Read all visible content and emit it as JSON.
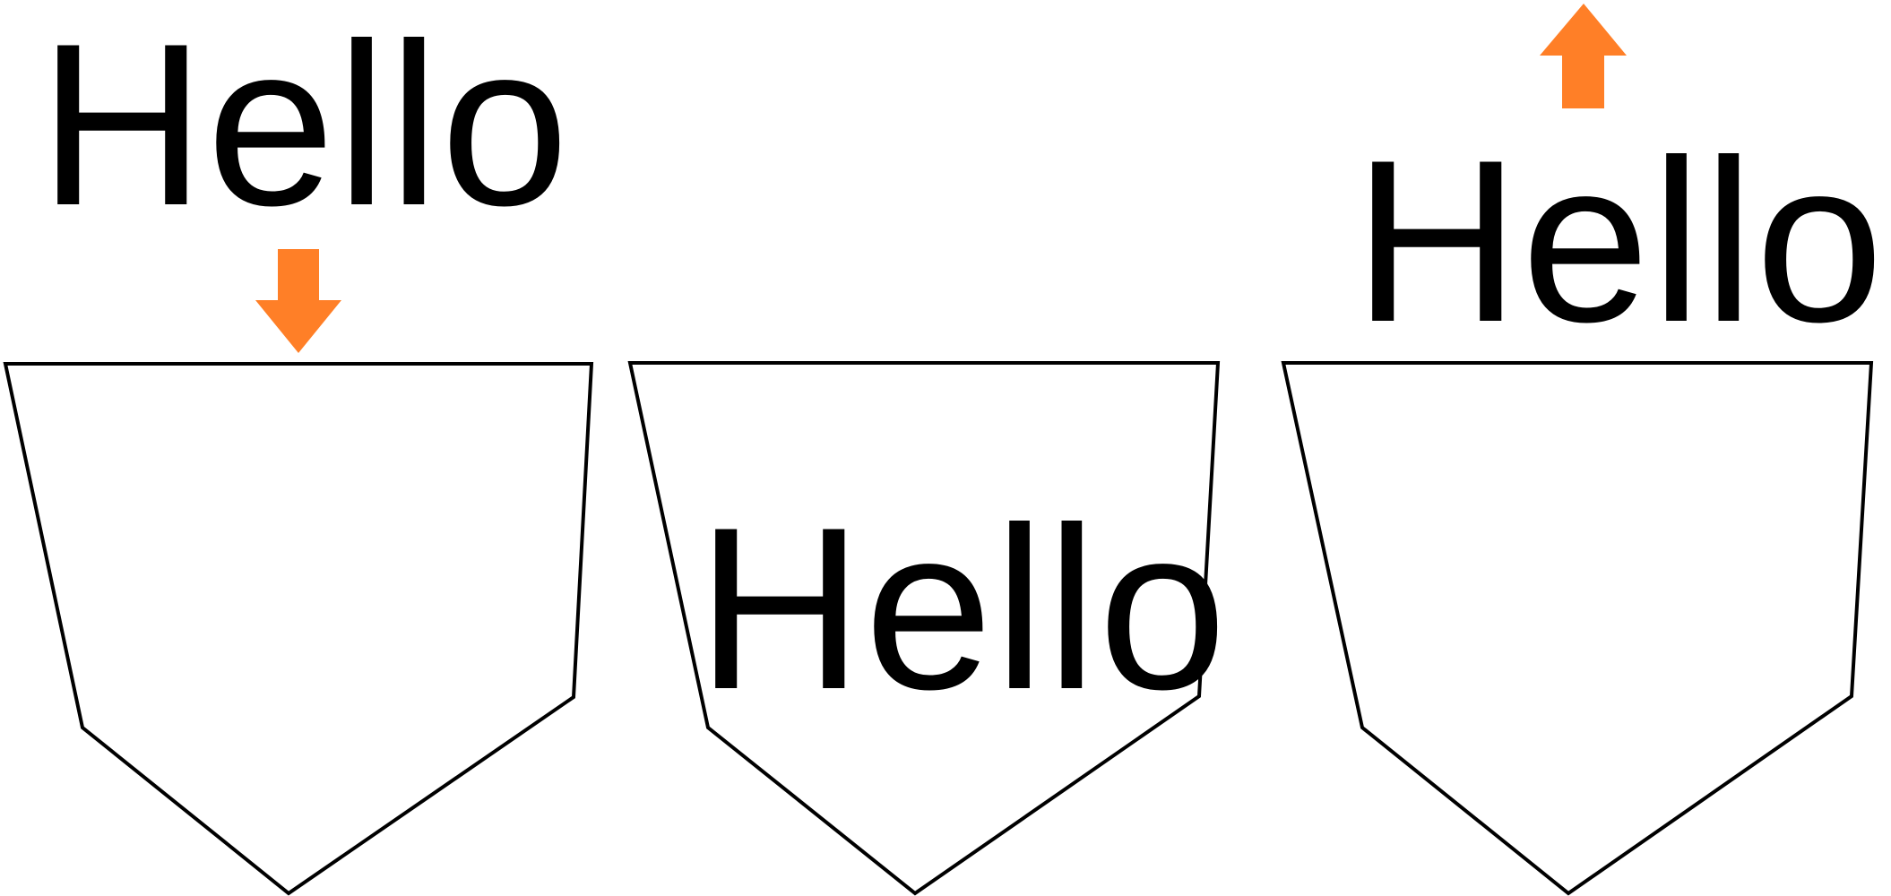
{
  "diagram": {
    "panels": [
      {
        "id": "panel-1",
        "word": "Hello",
        "word_position": "above",
        "arrow": "down"
      },
      {
        "id": "panel-2",
        "word": "Hello",
        "word_position": "inside",
        "arrow": "none"
      },
      {
        "id": "panel-3",
        "word": "Hello",
        "word_position": "above",
        "arrow": "up"
      }
    ],
    "colors": {
      "arrow": "#FF7F27",
      "outline": "#000000",
      "text": "#000000",
      "background": "#ffffff"
    }
  }
}
